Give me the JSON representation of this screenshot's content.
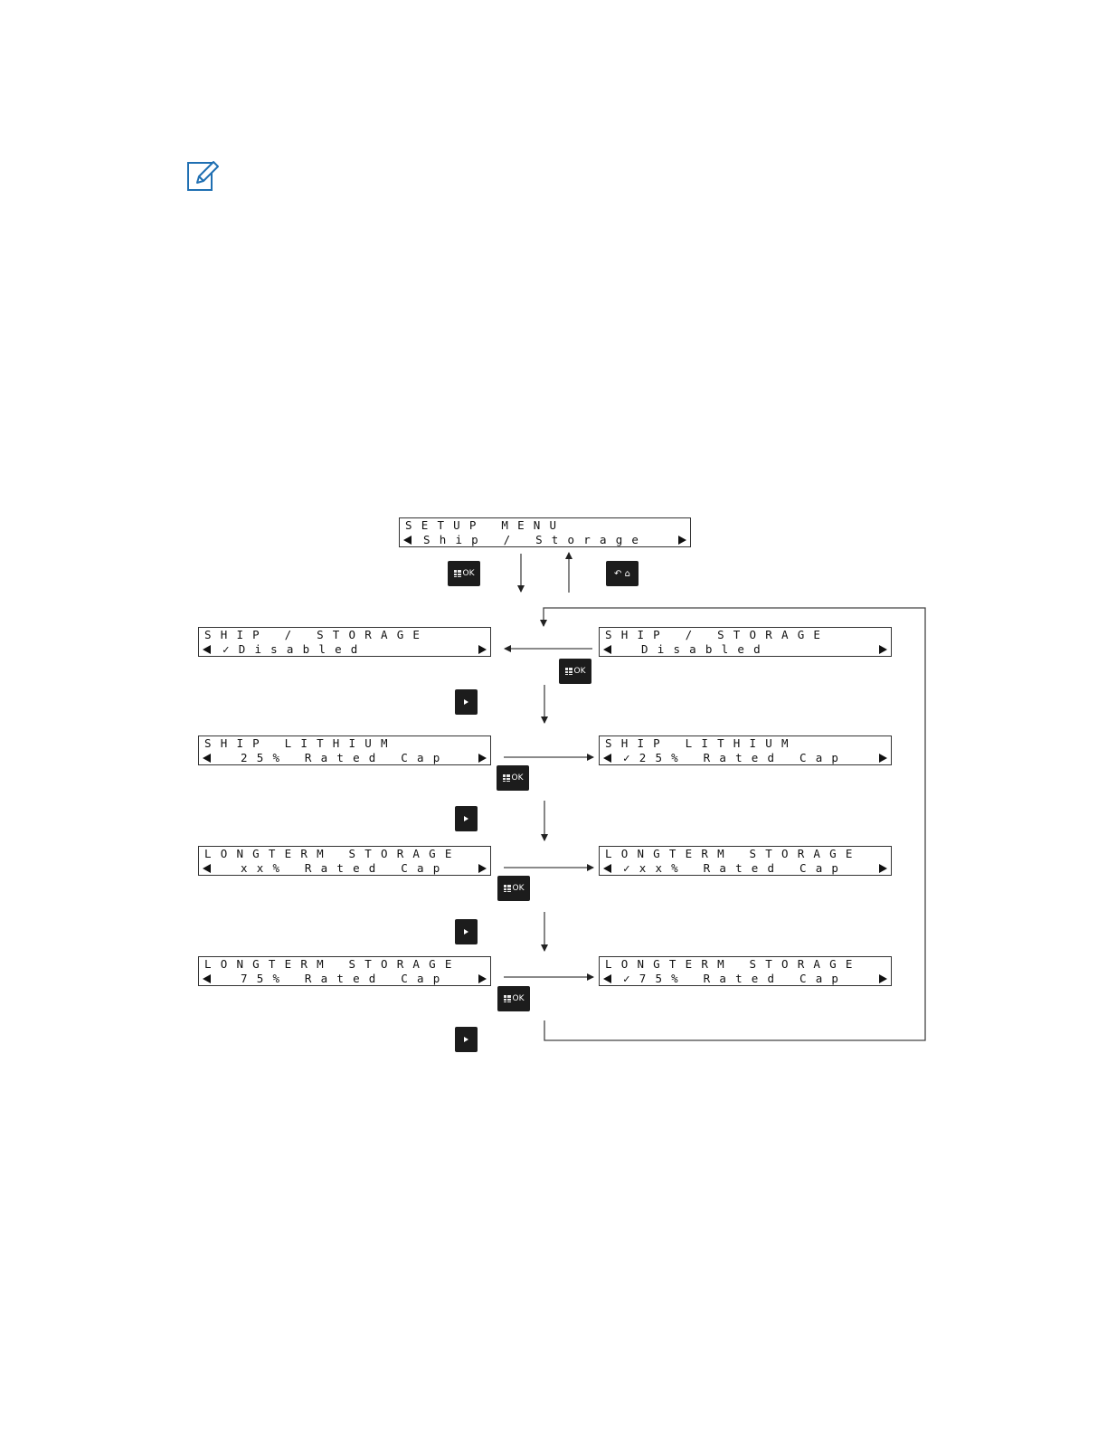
{
  "note_icon": "note-pencil-icon",
  "screens": {
    "setup_menu": {
      "line1": "SETUP MENU",
      "line2": "Ship / Storage"
    },
    "ship_storage_checked": {
      "line1": "SHIP / STORAGE",
      "line2": "✓Disabled"
    },
    "ship_storage": {
      "line1": "SHIP / STORAGE",
      "line2": "Disabled"
    },
    "ship_lithium": {
      "line1": "SHIP LITHIUM",
      "line2": "25% Rated Cap"
    },
    "ship_lithium_checked": {
      "line1": "SHIP LITHIUM",
      "line2": "✓25% Rated Cap"
    },
    "longterm_xx": {
      "line1": "LONGTERM STORAGE",
      "line2": "xx% Rated Cap"
    },
    "longterm_xx_checked": {
      "line1": "LONGTERM STORAGE",
      "line2": "✓xx% Rated Cap"
    },
    "longterm_75": {
      "line1": "LONGTERM STORAGE",
      "line2": "75% Rated Cap"
    },
    "longterm_75_checked": {
      "line1": "LONGTERM STORAGE",
      "line2": "✓75% Rated Cap"
    }
  },
  "keys": {
    "ok_label": "OK",
    "back_label": "↶ ⌂",
    "next_icon": "play-right-icon"
  }
}
